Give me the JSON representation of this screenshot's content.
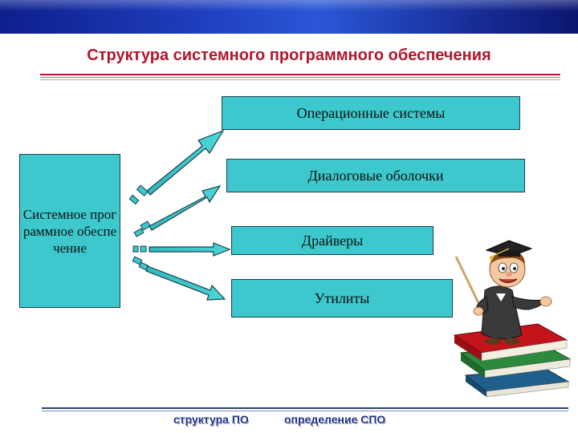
{
  "header": {
    "title": "Структура системного программного обеспечения"
  },
  "diagram": {
    "root": "Системное программное обеспечение",
    "children": [
      "Операционные системы",
      "Диалоговые оболочки",
      "Драйверы",
      "Утилиты"
    ]
  },
  "colors": {
    "box_fill": "#3cc8cc",
    "title_red": "#b0162c",
    "header_blue": "#1f3fbf",
    "nav_text": "#1c2f86"
  },
  "illustration": {
    "icon": "professor-on-books-icon"
  },
  "footer": {
    "links": [
      "структура ПО",
      "определение СПО"
    ]
  }
}
